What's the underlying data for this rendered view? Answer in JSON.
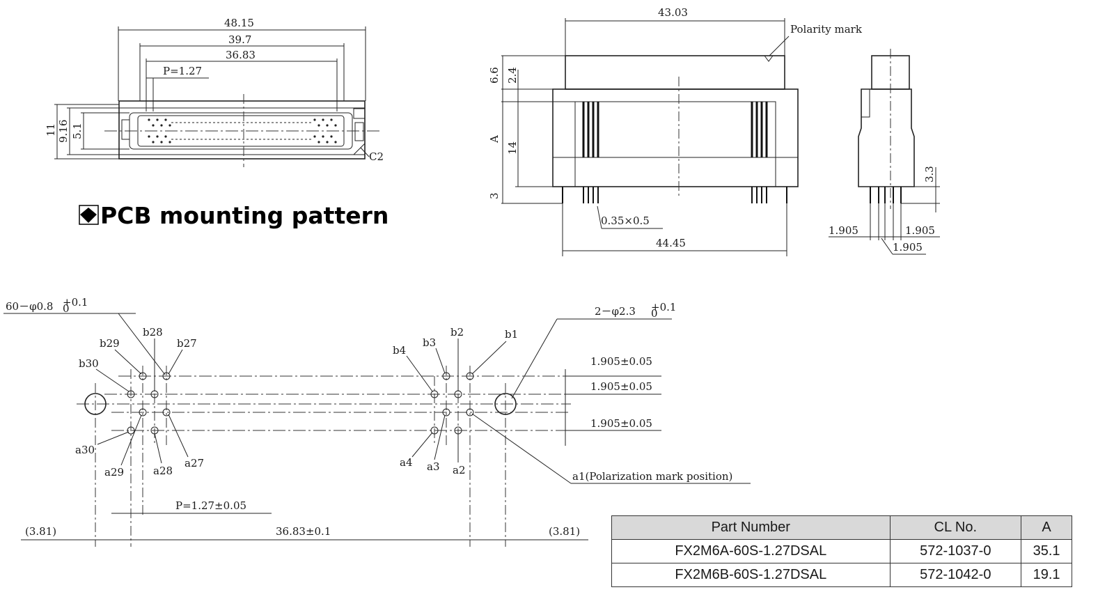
{
  "top_view": {
    "dim_48_15": "48.15",
    "dim_39_7": "39.7",
    "dim_36_83": "36.83",
    "pitch": "P=1.27",
    "h_11": "11",
    "h_9_16": "9.16",
    "h_5_1": "5.1",
    "chamfer": "C2"
  },
  "front_view": {
    "width_43_03": "43.03",
    "polarity": "Polarity mark",
    "v_6_6": "6.6",
    "v_2_4": "2.4",
    "v_A": "A",
    "v_14": "14",
    "v_3": "3",
    "pin_size": "0.35×0.5",
    "width_44_45": "44.45"
  },
  "side_view": {
    "v_3_3": "3.3",
    "left_1905": "1.905",
    "right_1905": "1.905",
    "mid_1905": "1.905"
  },
  "pcb": {
    "heading": "PCB mounting pattern",
    "holes_small": "60－φ0.8",
    "holes_small_tol_top": "+0.1",
    "holes_small_tol_bot": "0",
    "holes_large": "2－φ2.3",
    "holes_large_tol_top": "+0.1",
    "holes_large_tol_bot": "0",
    "row_pitch_1": "1.905±0.05",
    "row_pitch_2": "1.905±0.05",
    "row_pitch_3": "1.905±0.05",
    "pin_labels": {
      "b28": "b28",
      "b29": "b29",
      "b27": "b27",
      "b30": "b30",
      "b4": "b4",
      "b3": "b3",
      "b2": "b2",
      "b1": "b1",
      "a30": "a30",
      "a29": "a29",
      "a28": "a28",
      "a27": "a27",
      "a4": "a4",
      "a3": "a3",
      "a2": "a2"
    },
    "a1_label": "a1(Polarization mark position)",
    "pitch": "P=1.27±0.05",
    "left_offset": "(3.81)",
    "span": "36.83±0.1",
    "right_offset": "(3.81)"
  },
  "parts_table": {
    "headers": [
      "Part Number",
      "CL No.",
      "A"
    ],
    "rows": [
      [
        "FX2M6A-60S-1.27DSAL",
        "572-1037-0",
        "35.1"
      ],
      [
        "FX2M6B-60S-1.27DSAL",
        "572-1042-0",
        "19.1"
      ]
    ]
  }
}
